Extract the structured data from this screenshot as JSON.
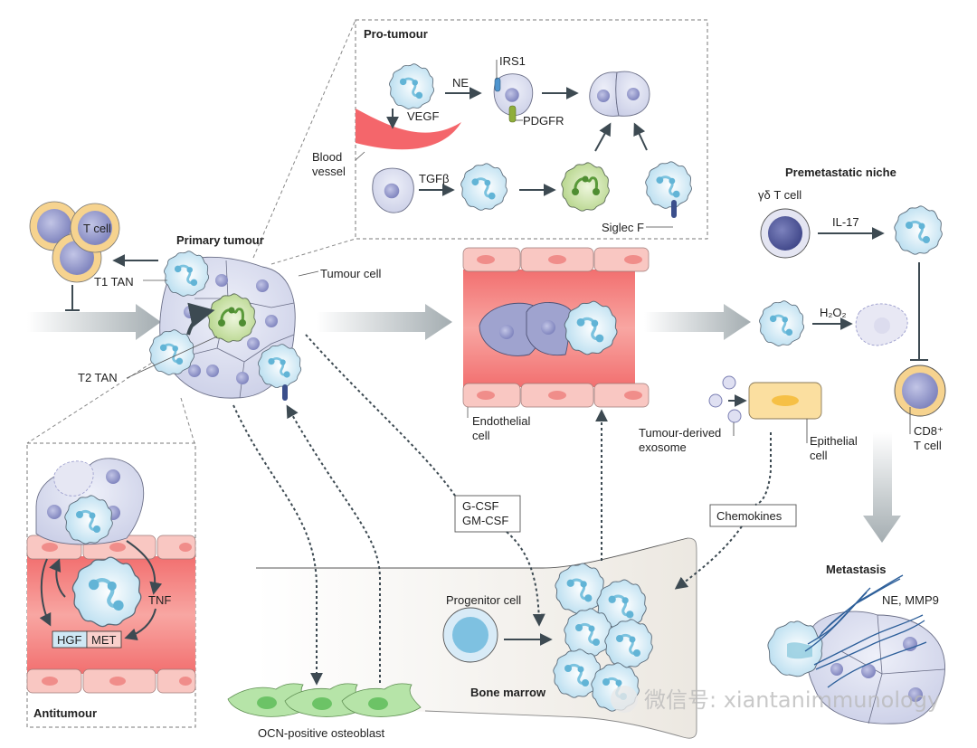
{
  "figure": {
    "panels": {
      "pro_tumour": {
        "title": "Pro-tumour",
        "labels": {
          "ne": "NE",
          "irs1": "IRS1",
          "vegf": "VEGF",
          "pdgfr": "PDGFR",
          "blood_vessel_1": "Blood",
          "blood_vessel_2": "vessel",
          "tgfb": "TGFβ",
          "siglec_f": "Siglec F"
        }
      },
      "premetastatic_niche": {
        "title": "Premetastatic niche",
        "labels": {
          "gd_t_cell": "γδ T cell",
          "il17": "IL-17",
          "h2o2": "H₂O₂",
          "cd8_1": "CD8⁺",
          "cd8_2": "T cell",
          "epithelial_1": "Epithelial",
          "epithelial_2": "cell",
          "exosome_1": "Tumour-derived",
          "exosome_2": "exosome"
        }
      },
      "primary_tumour": {
        "title": "Primary tumour",
        "labels": {
          "t_cell": "T cell",
          "t1_tan": "T1 TAN",
          "t2_tan": "T2 TAN",
          "tumour_cell": "Tumour cell"
        }
      },
      "circulation": {
        "labels": {
          "endothelial_1": "Endothelial",
          "endothelial_2": "cell"
        }
      },
      "antitumour": {
        "title": "Antitumour",
        "labels": {
          "tnf": "TNF",
          "hgf": "HGF",
          "met": "MET"
        }
      },
      "bone_marrow": {
        "title": "Bone marrow",
        "labels": {
          "progenitor": "Progenitor cell",
          "osteoblast": "OCN-positive osteoblast",
          "gcsf": "G-CSF",
          "gmcsf": "GM-CSF",
          "chemokines": "Chemokines"
        }
      },
      "metastasis": {
        "title": "Metastasis",
        "labels": {
          "ne_mmp9": "NE, MMP9"
        }
      }
    },
    "watermark": "微信号: xiantanimmunology",
    "colors": {
      "neutrophil_fill": "#cfe8f5",
      "neutrophil_stroke": "#5a6b7a",
      "neutrophil_nucleus": "#62b4d6",
      "t2_fill": "#c8dfa0",
      "t2_nucleus": "#5a9a3a",
      "tumour_cell_fill": "#dcdff0",
      "tumour_nucleus": "#8f93c6",
      "vessel_red": "#f47a7a",
      "endothelium": "#f9c7c2",
      "t_cell_ring": "#f6d38f",
      "epithelial_fill": "#fbdfa0",
      "osteoblast_fill": "#b6e4a8",
      "marrow_fill": "#f2efea",
      "arrow_dark": "#3d4a52",
      "arrow_grey": "#a8b0b4"
    }
  }
}
